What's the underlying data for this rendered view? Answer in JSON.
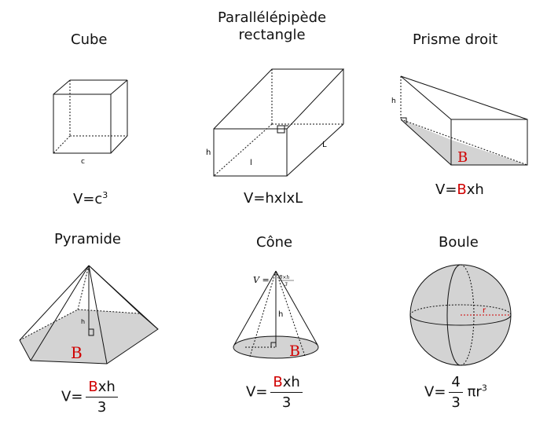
{
  "solids": {
    "cube": {
      "title": "Cube",
      "formula_prefix": "V=c",
      "formula_exp": "3",
      "label_c": "c"
    },
    "parallelepiped": {
      "title_line1": "Parallélépipède",
      "title_line2": "rectangle",
      "formula": "V=hxlxL",
      "label_h": "h",
      "label_l": "l",
      "label_L": "L"
    },
    "prism": {
      "title": "Prisme droit",
      "formula_prefix": "V=",
      "formula_B": "B",
      "formula_suffix": "xh",
      "label_h": "h",
      "label_B": "B"
    },
    "pyramid": {
      "title": "Pyramide",
      "formula_prefix": "V=",
      "num_B": "B",
      "num_suffix": "xh",
      "den": "3",
      "label_h": "h",
      "label_B": "B"
    },
    "cone": {
      "title": "Cône",
      "formula_prefix": "V=",
      "num_B": "B",
      "num_suffix": "xh",
      "den": "3",
      "label_h": "h",
      "label_B": "B",
      "inline_formula_V": "V =",
      "inline_formula_num": "B×h",
      "inline_formula_den": "3"
    },
    "sphere": {
      "title": "Boule",
      "formula_prefix": "V=",
      "num": "4",
      "den": "3",
      "suffix": "πr",
      "suffix_exp": "3",
      "label_r": "r"
    }
  },
  "colors": {
    "accent_red": "#d00000",
    "face_grey": "#d3d3d3",
    "line": "#111111"
  }
}
